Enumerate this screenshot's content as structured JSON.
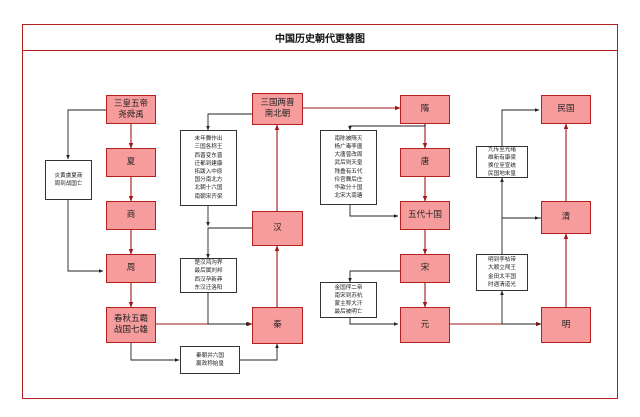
{
  "title": "中国历史朝代更替图",
  "colors": {
    "box_fill": "#f79c9c",
    "box_border": "#b22020",
    "red_arrow": "#a01818",
    "black_arrow": "#222222"
  },
  "nodes": {
    "sanhuang": "三皇五帝\n尧舜禹",
    "xia": "夏",
    "shang": "商",
    "zhou": "周",
    "chunqiu": "春秋五霸\n战国七雄",
    "qin": "秦",
    "han": "汉",
    "sanguo": "三国两晋\n南北朝",
    "sui": "隋",
    "tang": "唐",
    "wudai": "五代十国",
    "song": "宋",
    "yuan": "元",
    "ming": "明",
    "qing": "清",
    "minguo": "民国"
  },
  "notes": {
    "yanhuang": "炎黄虞夏商\n周到战国亡",
    "qinchao": "秦朝并六国\n嬴政称始皇",
    "chuhan": "楚汉鸿沟界\n最后属刘邦\n西汉孕新莽\n东汉迁洛阳",
    "monian": "末年舞作出\n三国各称王\n西晋变东晋\n迁都到建康\n拓跋入中原\n国分南北方\n北朝十六国\n南朝宋齐梁",
    "nanchen": "南陈被隋灭\n杨广毒李唐\n大唐曾改周\n武后则天皇\n残叠有五代\n伶官舞后庄\n华歆分十国\n北宋大南瑭",
    "jinguo": "金国俘二帝\n南宋到苏杭\n蒙主称大汗\n最后被明亡",
    "mingchu": "明到李帖带\n大顺立闯王\n金田太平国\n时遇清道光",
    "jiuchuan": "九传至光绪\n维新有康梁\n换位至宣统\n民国地末皇"
  }
}
